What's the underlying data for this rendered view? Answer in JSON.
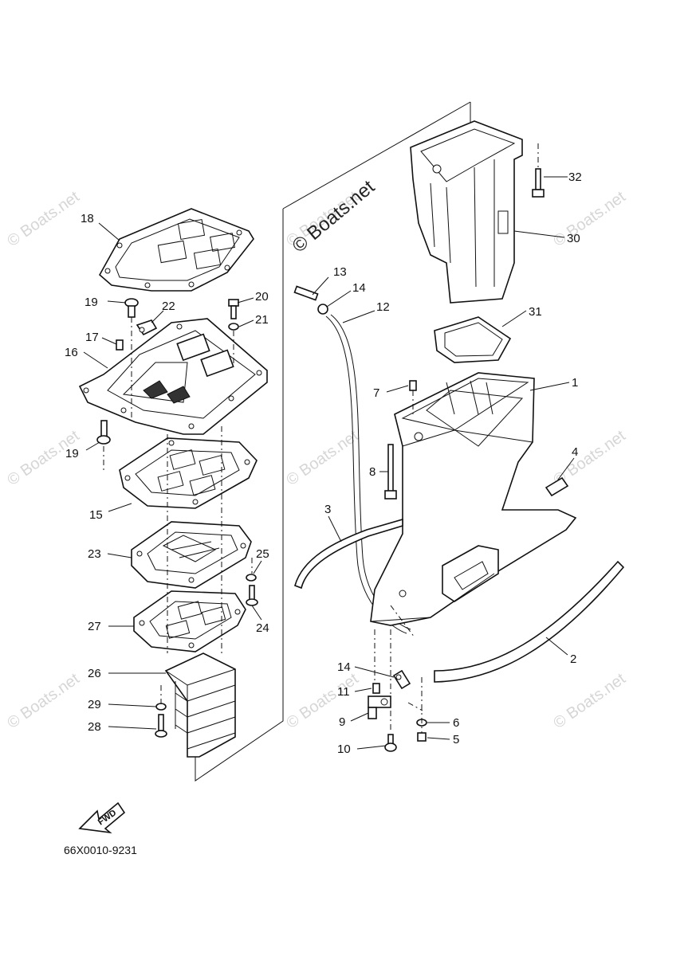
{
  "diagram": {
    "brand_label": "© Boats.net",
    "watermark": "© Boats.net",
    "drawing_code": "66X0010-9231",
    "fwd_label": "FWD",
    "part_numbers": {
      "p1": "1",
      "p2": "2",
      "p3": "3",
      "p4": "4",
      "p5": "5",
      "p6": "6",
      "p7": "7",
      "p8": "8",
      "p9": "9",
      "p10": "10",
      "p11": "11",
      "p12": "12",
      "p13": "13",
      "p14a": "14",
      "p14b": "14",
      "p15": "15",
      "p16": "16",
      "p17": "17",
      "p18": "18",
      "p19a": "19",
      "p19b": "19",
      "p20": "20",
      "p21": "21",
      "p22": "22",
      "p23": "23",
      "p24": "24",
      "p25": "25",
      "p26": "26",
      "p27": "27",
      "p28": "28",
      "p29": "29",
      "p30": "30",
      "p31": "31",
      "p32": "32"
    }
  }
}
